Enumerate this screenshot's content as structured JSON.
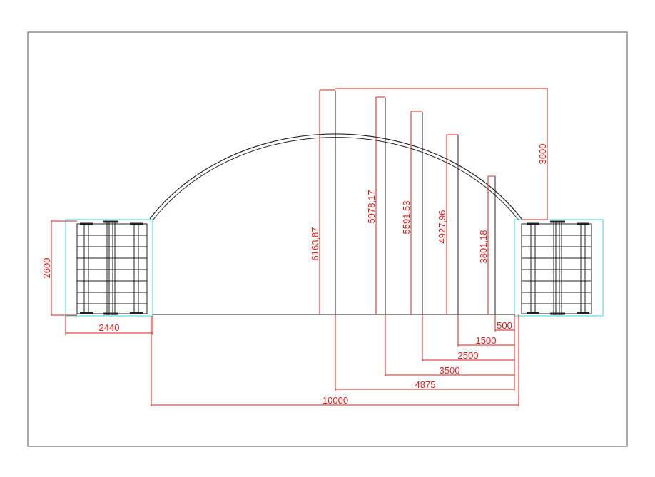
{
  "colors": {
    "background": "#ffffff",
    "frame": "#555555",
    "structure": "#222222",
    "dimension": "#e01b1b",
    "container_outline": "#3fd3e6"
  },
  "dimensions": {
    "heights": [
      "6163,87",
      "5978,17",
      "5591,53",
      "4927,96",
      "3801,18"
    ],
    "rise": "3600",
    "container_height": "2600",
    "container_width": "2440",
    "offsets": [
      "500",
      "1500",
      "2500",
      "3500",
      "4875"
    ],
    "span": "10000"
  }
}
